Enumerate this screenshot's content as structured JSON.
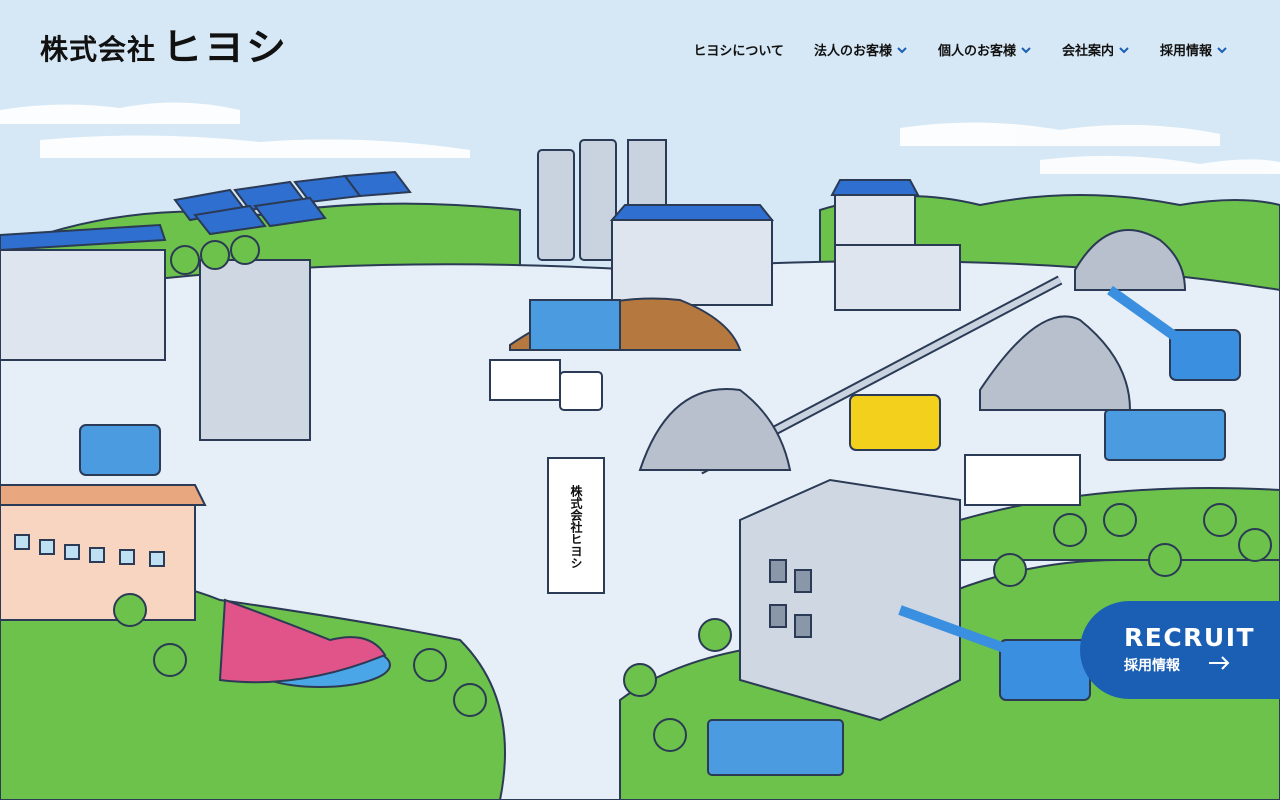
{
  "logo": {
    "prefix": "株式会社",
    "name": "ヒヨシ"
  },
  "nav": [
    {
      "label": "ヒヨシについて",
      "has_dropdown": false
    },
    {
      "label": "法人のお客様",
      "has_dropdown": true
    },
    {
      "label": "個人のお客様",
      "has_dropdown": true
    },
    {
      "label": "会社案内",
      "has_dropdown": true
    },
    {
      "label": "採用情報",
      "has_dropdown": true
    }
  ],
  "recruit": {
    "title": "RECRUIT",
    "subtitle": "採用情報"
  },
  "scene_sign": {
    "text": "株式会社ヒヨシ"
  },
  "colors": {
    "brand_blue": "#1a5fb4",
    "sky": "#d6e8f5",
    "grass": "#6cc24a",
    "ground": "#e6eef7",
    "ink": "#2b3a55"
  }
}
